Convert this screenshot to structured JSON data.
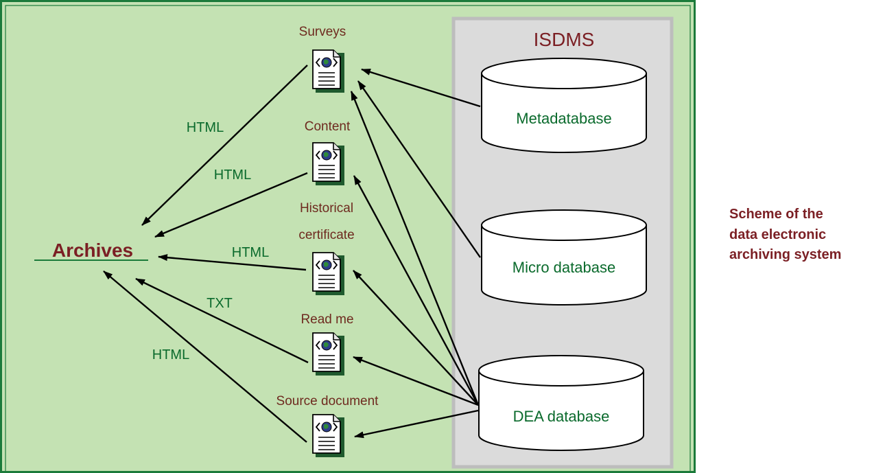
{
  "diagram": {
    "archives_label": "Archives",
    "isdms_title": "ISDMS",
    "documents": [
      {
        "label_lines": [
          "Surveys"
        ]
      },
      {
        "label_lines": [
          "Content"
        ]
      },
      {
        "label_lines": [
          "Historical",
          "certificate"
        ]
      },
      {
        "label_lines": [
          "Read me"
        ]
      },
      {
        "label_lines": [
          "Source document"
        ]
      }
    ],
    "databases": [
      {
        "label": "Metadatabase"
      },
      {
        "label": "Micro database"
      },
      {
        "label": "DEA database"
      }
    ],
    "edge_labels": [
      "HTML",
      "HTML",
      "HTML",
      "TXT",
      "HTML"
    ]
  },
  "caption": {
    "lines": [
      "Scheme of the",
      "data electronic",
      "archiving system"
    ]
  },
  "colors": {
    "panel_bg": "#c4e2b3",
    "panel_border": "#1b7a3a",
    "isdms_bg": "#dbdbdb",
    "db_text": "#0a6a2c",
    "doc_text": "#6e2a1f",
    "edge_text": "#0a6a2c",
    "title_text": "#7b1f24",
    "icon_globe": "#2e3f8a",
    "icon_globe_land": "#2f8a3a"
  }
}
